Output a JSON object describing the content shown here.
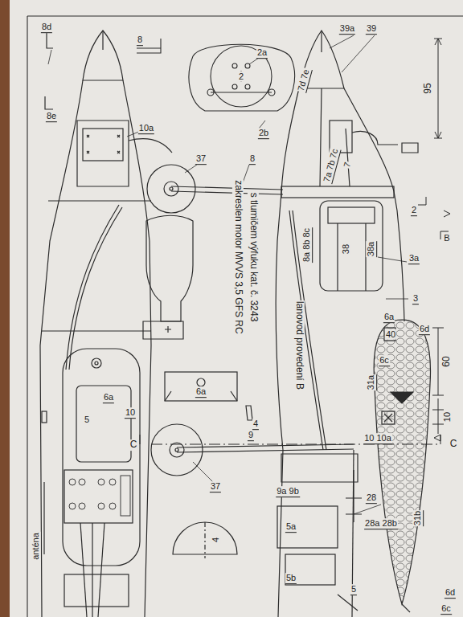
{
  "diagram": {
    "labels": [
      "8d",
      "8",
      "2a",
      "39a",
      "39",
      "7d 7e",
      "95",
      "2",
      "8e",
      "2b",
      "10a",
      "7a 7b 7c",
      "7",
      "37",
      "8",
      "2",
      "B",
      "3a",
      "8a 8b 8c",
      "38",
      "38a",
      "zakreslen motor MVVS 3,5 GFS RC",
      "s tlumičem výfuku kat. č. 3243",
      "3",
      "lanovod provedení B",
      "6a",
      "40",
      "6d",
      "6c",
      "60",
      "31a",
      "10",
      "6a",
      "10",
      "5",
      "6a",
      "C",
      "C",
      "10 10a",
      "9",
      "4",
      "37",
      "9a 9b",
      "28",
      "28a 28b",
      "31b",
      "5a",
      "4",
      "5b",
      "5",
      "anténa",
      "6d",
      "6c"
    ]
  }
}
